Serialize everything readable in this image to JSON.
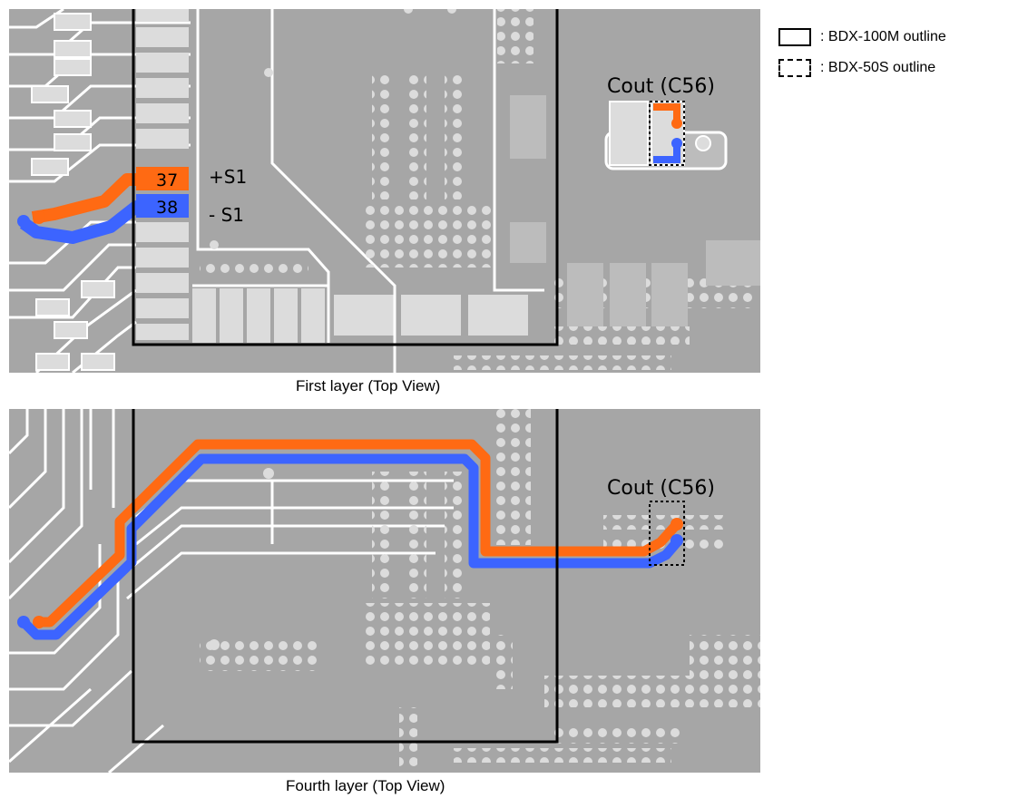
{
  "legend": {
    "solid_label": ": BDX-100M outline",
    "dashed_label": ": BDX-50S outline"
  },
  "layers": {
    "first": {
      "caption": "First layer (Top View)",
      "cap_label": "Cout (C56)",
      "pin_pos_number": "37",
      "pin_neg_number": "38",
      "pin_pos_signal": "+S1",
      "pin_neg_signal": "- S1"
    },
    "fourth": {
      "caption": "Fourth layer (Top View)",
      "cap_label": "Cout (C56)"
    }
  },
  "colors": {
    "board": "#a6a6a6",
    "copper_light": "#dcdcdc",
    "trace_white": "#ffffff",
    "sense_plus": "#ff6a13",
    "sense_minus": "#3c64ff",
    "outline": "#000000"
  }
}
